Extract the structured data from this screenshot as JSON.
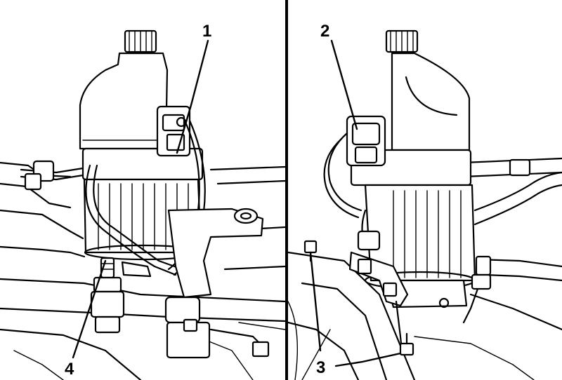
{
  "figure": {
    "left_panel": {
      "callouts": [
        {
          "id": "1",
          "label": "1"
        },
        {
          "id": "4",
          "label": "4"
        }
      ]
    },
    "right_panel": {
      "callouts": [
        {
          "id": "2",
          "label": "2"
        },
        {
          "id": "3",
          "label": "3"
        }
      ]
    }
  }
}
